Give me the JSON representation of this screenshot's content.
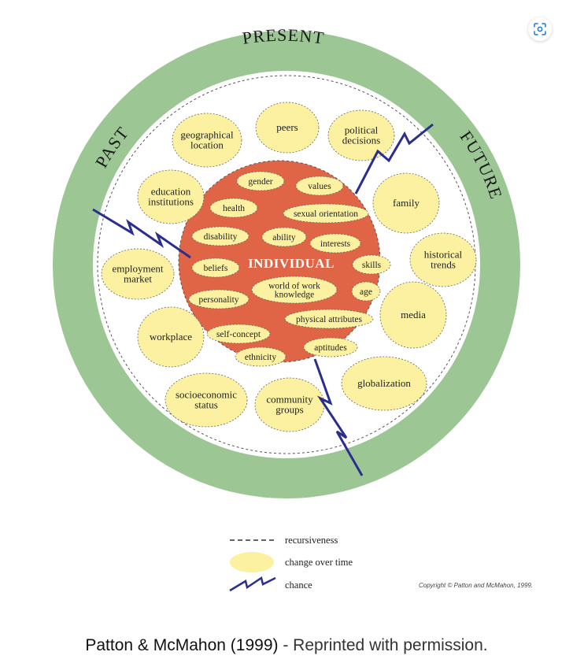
{
  "diagram": {
    "ring_labels": {
      "present": "PRESENT",
      "past": "PAST",
      "future": "FUTURE"
    },
    "core_label": "INDIVIDUAL",
    "individual_factors": [
      {
        "id": "gender",
        "lines": [
          "gender"
        ]
      },
      {
        "id": "values",
        "lines": [
          "values"
        ]
      },
      {
        "id": "health",
        "lines": [
          "health"
        ]
      },
      {
        "id": "sexual-orientation",
        "lines": [
          "sexual orientation"
        ]
      },
      {
        "id": "disability",
        "lines": [
          "disability"
        ]
      },
      {
        "id": "ability",
        "lines": [
          "ability"
        ]
      },
      {
        "id": "interests",
        "lines": [
          "interests"
        ]
      },
      {
        "id": "beliefs",
        "lines": [
          "beliefs"
        ]
      },
      {
        "id": "skills",
        "lines": [
          "skills"
        ]
      },
      {
        "id": "world-of-work-knowledge",
        "lines": [
          "world of work",
          "knowledge"
        ]
      },
      {
        "id": "personality",
        "lines": [
          "personality"
        ]
      },
      {
        "id": "age",
        "lines": [
          "age"
        ]
      },
      {
        "id": "physical-attributes",
        "lines": [
          "physical attributes"
        ]
      },
      {
        "id": "self-concept",
        "lines": [
          "self-concept"
        ]
      },
      {
        "id": "ethnicity",
        "lines": [
          "ethnicity"
        ]
      },
      {
        "id": "aptitudes",
        "lines": [
          "aptitudes"
        ]
      }
    ],
    "context_factors": [
      {
        "id": "geographical-location",
        "lines": [
          "geographical",
          "location"
        ]
      },
      {
        "id": "peers",
        "lines": [
          "peers"
        ]
      },
      {
        "id": "political-decisions",
        "lines": [
          "political",
          "decisions"
        ]
      },
      {
        "id": "education-institutions",
        "lines": [
          "education",
          "institutions"
        ]
      },
      {
        "id": "family",
        "lines": [
          "family"
        ]
      },
      {
        "id": "employment-market",
        "lines": [
          "employment",
          "market"
        ]
      },
      {
        "id": "historical-trends",
        "lines": [
          "historical",
          "trends"
        ]
      },
      {
        "id": "media",
        "lines": [
          "media"
        ]
      },
      {
        "id": "workplace",
        "lines": [
          "workplace"
        ]
      },
      {
        "id": "globalization",
        "lines": [
          "globalization"
        ]
      },
      {
        "id": "socioeconomic-status",
        "lines": [
          "socioeconomic",
          "status"
        ]
      },
      {
        "id": "community-groups",
        "lines": [
          "community",
          "groups"
        ]
      }
    ],
    "legend": {
      "recursiveness": "recursiveness",
      "change_over_time": "change over time",
      "chance": "chance"
    },
    "copyright": "Copyright © Patton and McMahon, 1999."
  },
  "caption": {
    "lead": "Patton & McMahon (1999)",
    "rest": " - Reprinted with permission."
  },
  "icons": {
    "lens": "lens-search-icon"
  },
  "colors": {
    "ring": "#9cc795",
    "core": "#e06546",
    "bubble": "#fbf1a0",
    "lightning": "#2a2f8f"
  }
}
